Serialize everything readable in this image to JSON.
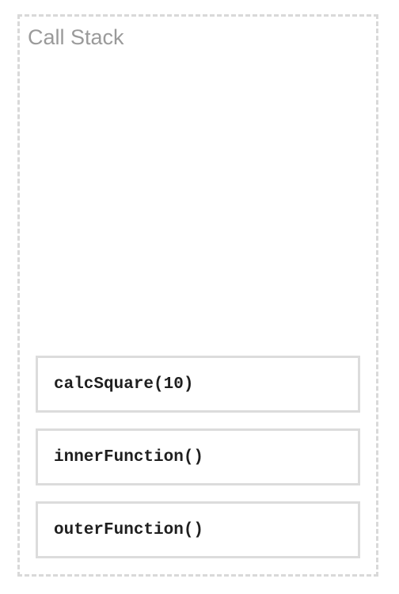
{
  "call_stack": {
    "title": "Call Stack",
    "frames": [
      {
        "label": "calcSquare(10)"
      },
      {
        "label": "innerFunction()"
      },
      {
        "label": "outerFunction()"
      }
    ]
  }
}
